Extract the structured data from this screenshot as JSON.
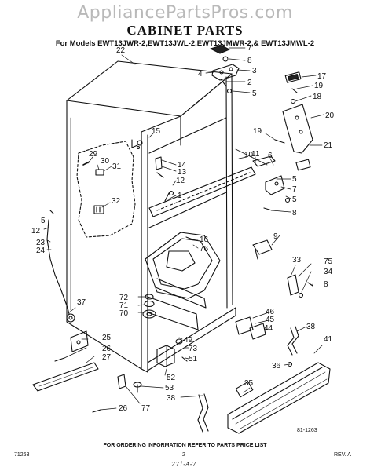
{
  "header": {
    "watermark": "AppliancePartsPros.com",
    "title": "CABINET PARTS",
    "models": "For Models EWT13JWR-2,EWT13JWL-2,EWT13JMWR-2,& EWT13JMWL-2"
  },
  "footer": {
    "ordering_note": "FOR ORDERING INFORMATION REFER TO PARTS PRICE LIST",
    "left_code": "71263",
    "page_number": "2",
    "revision": "REV. A",
    "diagram_ref": "81-1263",
    "signature": "271-A-7"
  },
  "callouts": [
    {
      "id": "c22",
      "text": "22"
    },
    {
      "id": "c7",
      "text": "7"
    },
    {
      "id": "c8a",
      "text": "8"
    },
    {
      "id": "c3",
      "text": "3"
    },
    {
      "id": "c4",
      "text": "4"
    },
    {
      "id": "c2",
      "text": "2"
    },
    {
      "id": "c5a",
      "text": "5"
    },
    {
      "id": "c17",
      "text": "17"
    },
    {
      "id": "c19a",
      "text": "19"
    },
    {
      "id": "c18",
      "text": "18"
    },
    {
      "id": "c20",
      "text": "20"
    },
    {
      "id": "c19b",
      "text": "19"
    },
    {
      "id": "c21",
      "text": "21"
    },
    {
      "id": "c15",
      "text": "15"
    },
    {
      "id": "c14",
      "text": "14"
    },
    {
      "id": "c13",
      "text": "13"
    },
    {
      "id": "c12a",
      "text": "12"
    },
    {
      "id": "c1",
      "text": "1"
    },
    {
      "id": "c10",
      "text": "10"
    },
    {
      "id": "c11",
      "text": "11"
    },
    {
      "id": "c6",
      "text": "6"
    },
    {
      "id": "c5b",
      "text": "5"
    },
    {
      "id": "c7b",
      "text": "7"
    },
    {
      "id": "c5c",
      "text": "5"
    },
    {
      "id": "c8b",
      "text": "8"
    },
    {
      "id": "c29",
      "text": "29"
    },
    {
      "id": "c30",
      "text": "30"
    },
    {
      "id": "c31",
      "text": "31"
    },
    {
      "id": "c32",
      "text": "32"
    },
    {
      "id": "c12b",
      "text": "12"
    },
    {
      "id": "c5d",
      "text": "5"
    },
    {
      "id": "c23",
      "text": "23"
    },
    {
      "id": "c24",
      "text": "24"
    },
    {
      "id": "c16",
      "text": "16"
    },
    {
      "id": "c76",
      "text": "76"
    },
    {
      "id": "c9",
      "text": "9"
    },
    {
      "id": "c33",
      "text": "33"
    },
    {
      "id": "c75",
      "text": "75"
    },
    {
      "id": "c34",
      "text": "34"
    },
    {
      "id": "c8c",
      "text": "8"
    },
    {
      "id": "c37",
      "text": "37"
    },
    {
      "id": "c72",
      "text": "72"
    },
    {
      "id": "c71",
      "text": "71"
    },
    {
      "id": "c70",
      "text": "70"
    },
    {
      "id": "c46",
      "text": "46"
    },
    {
      "id": "c45",
      "text": "45"
    },
    {
      "id": "c44",
      "text": "44"
    },
    {
      "id": "c49",
      "text": "49"
    },
    {
      "id": "c73",
      "text": "73"
    },
    {
      "id": "c51",
      "text": "51"
    },
    {
      "id": "c38a",
      "text": "38"
    },
    {
      "id": "c41",
      "text": "41"
    },
    {
      "id": "c36",
      "text": "36"
    },
    {
      "id": "c25",
      "text": "25"
    },
    {
      "id": "c26a",
      "text": "26"
    },
    {
      "id": "c27",
      "text": "27"
    },
    {
      "id": "c52",
      "text": "52"
    },
    {
      "id": "c53",
      "text": "53"
    },
    {
      "id": "c38b",
      "text": "38"
    },
    {
      "id": "c77",
      "text": "77"
    },
    {
      "id": "c35",
      "text": "35"
    },
    {
      "id": "c26b",
      "text": "26"
    }
  ]
}
